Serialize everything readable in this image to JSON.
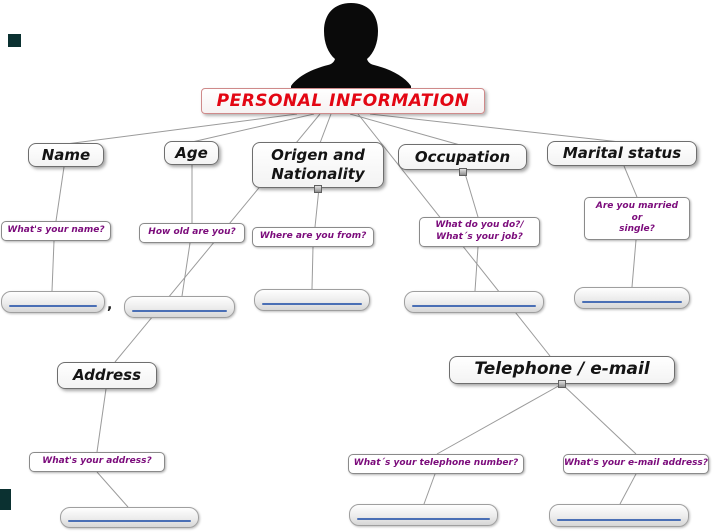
{
  "title": "PERSONAL INFORMATION",
  "icons": {
    "header": "person-silhouette"
  },
  "colors": {
    "title_text": "#e30613",
    "question_text": "#7b0b7b",
    "answer_line": "#4a6fb5",
    "connector": "#9b9b9b"
  },
  "branches": {
    "name": {
      "label": "Name",
      "question": "What's your name?",
      "suffix": ","
    },
    "age": {
      "label": "Age",
      "question": "How old are you?"
    },
    "origin": {
      "label": "Origen and\nNationality",
      "question": "Where are you from?"
    },
    "occupation": {
      "label": "Occupation",
      "question": "What do you do?/\nWhat´s your job?"
    },
    "marital": {
      "label": "Marital status",
      "question": "Are you married\nor\nsingle?"
    },
    "address": {
      "label": "Address",
      "question": "What's your address?"
    },
    "contact": {
      "label": "Telephone / e-mail",
      "question_phone": "What´s your telephone number?",
      "question_email": "What's your e-mail address?"
    }
  }
}
